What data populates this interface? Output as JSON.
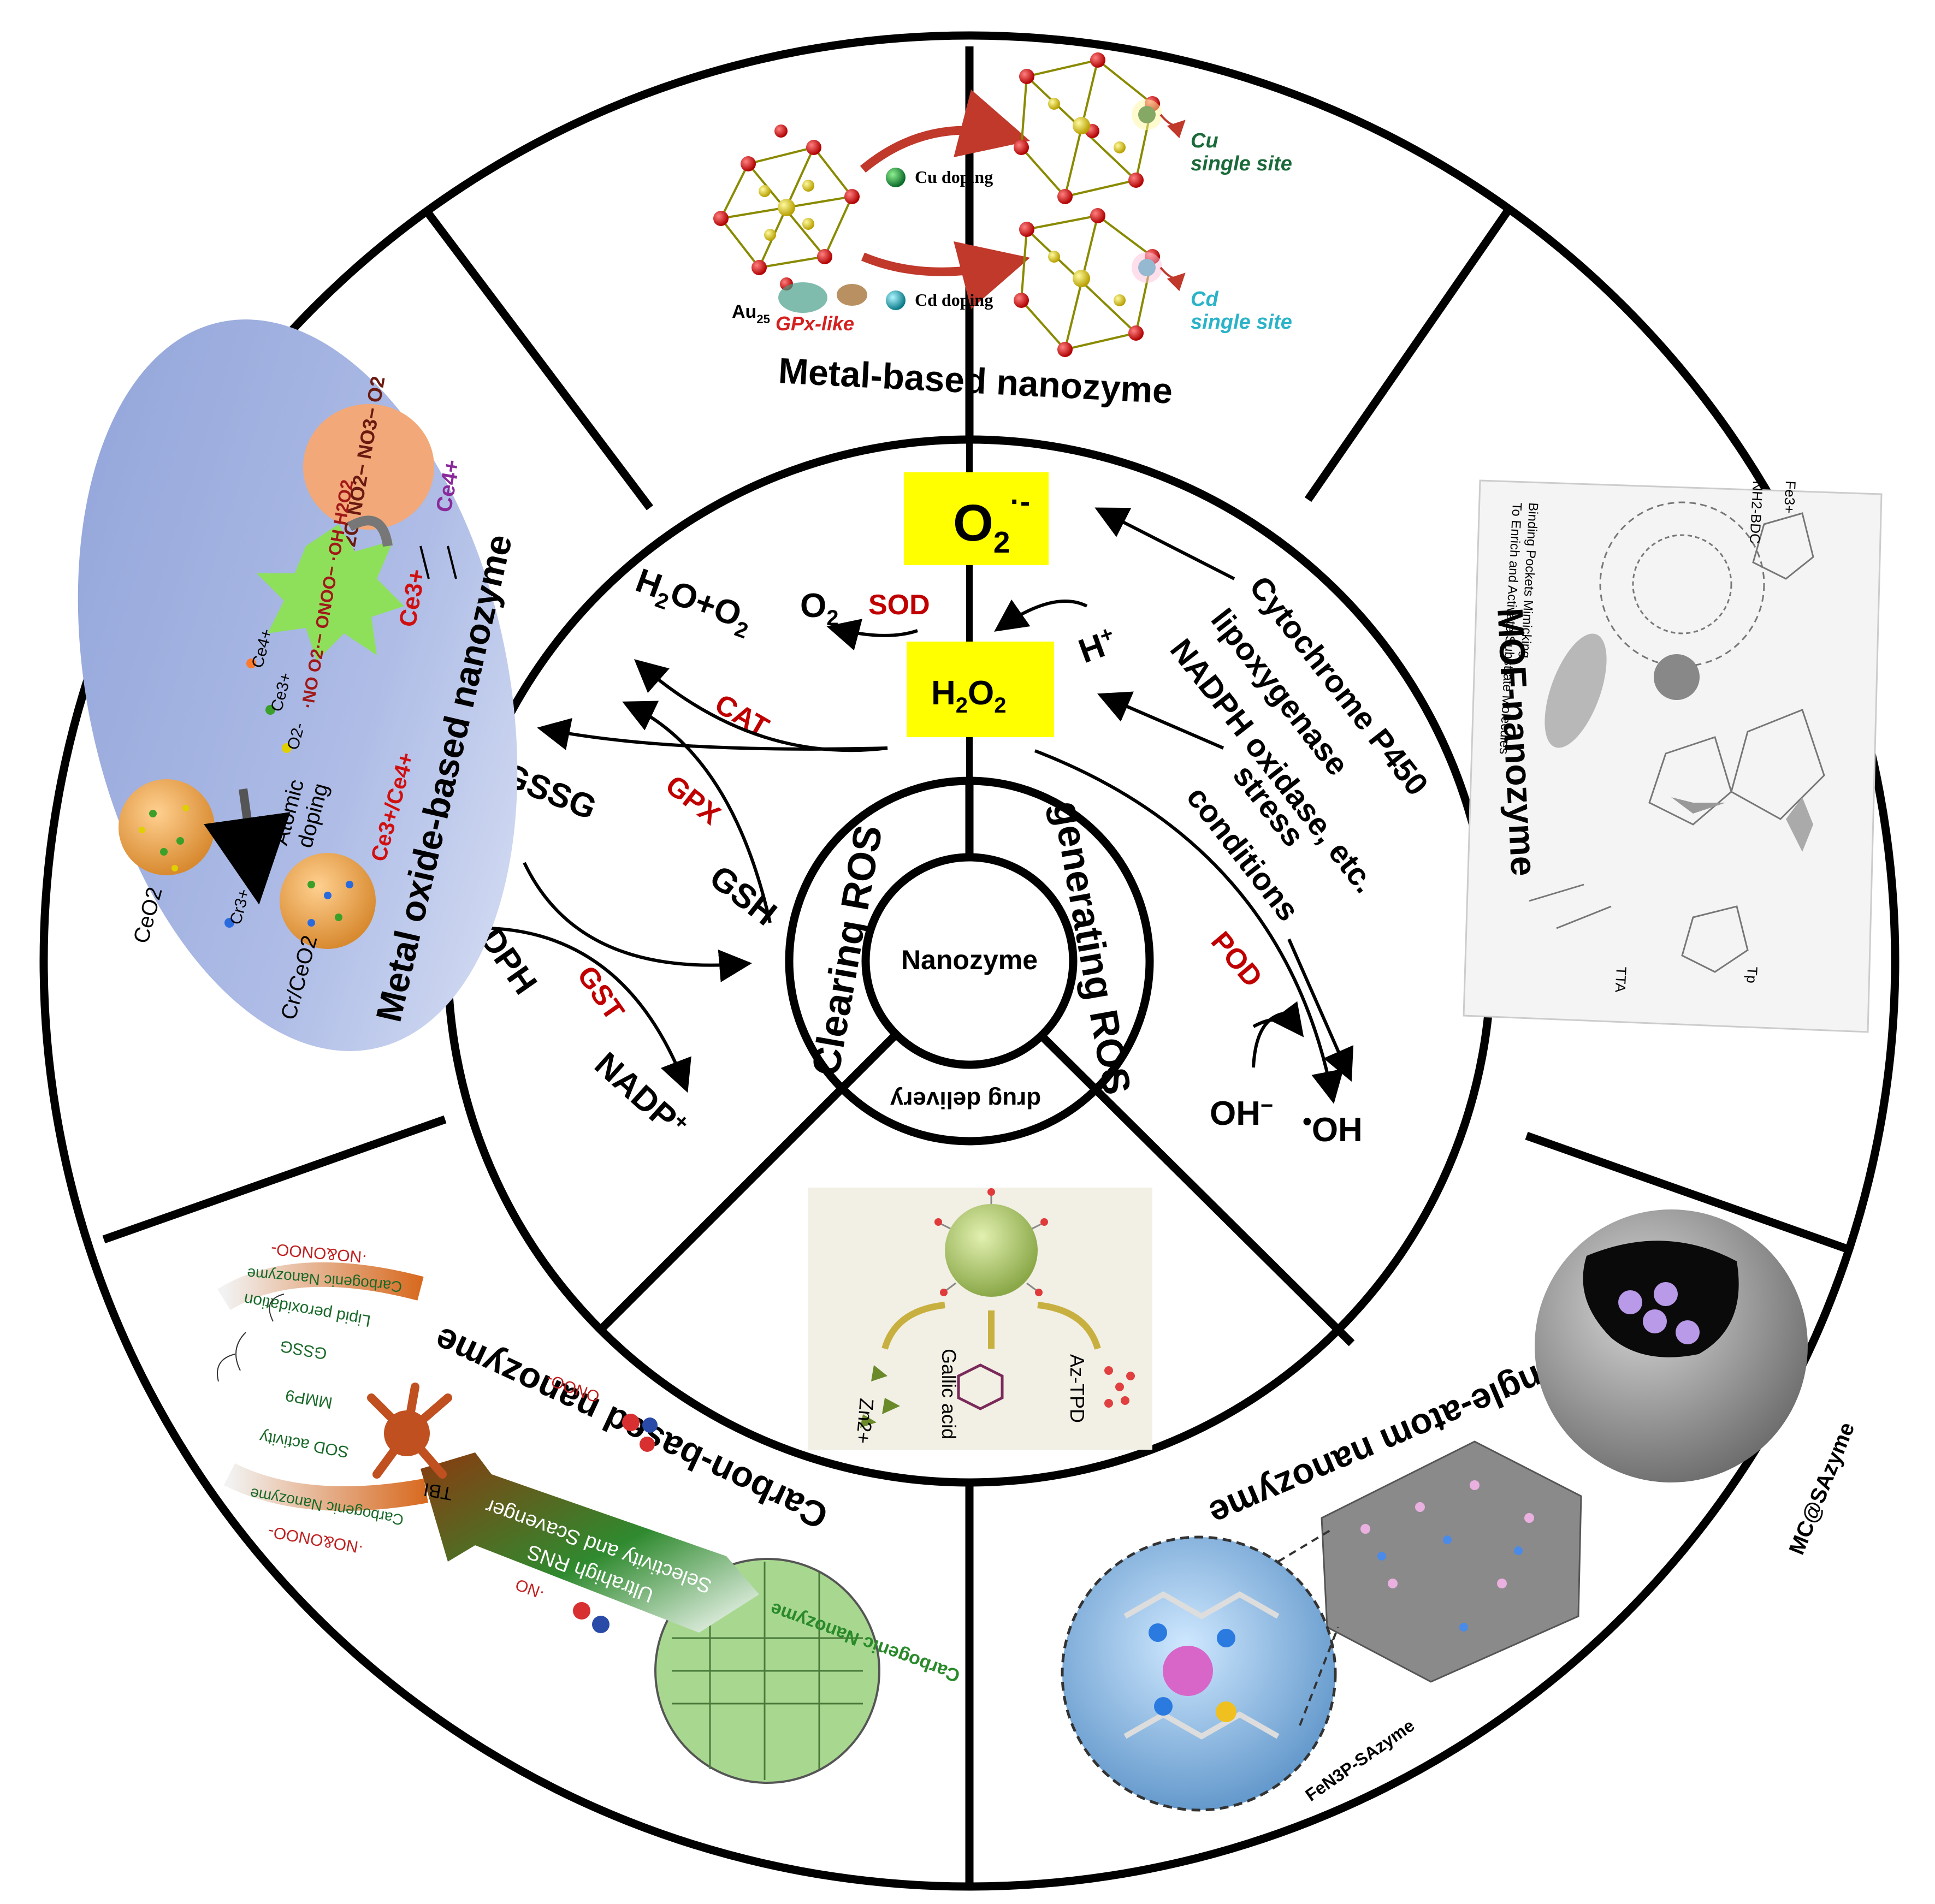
{
  "center": {
    "nanozyme": "Nanozyme",
    "clearing": "Clearing ROS",
    "generating": "generating ROS",
    "drug": "drug delivery"
  },
  "reactions": {
    "o2_radical": "O",
    "o2_radical_sub": "2",
    "o2_radical_sup": "·-",
    "h2o2": "H",
    "h2o2_sub1": "2",
    "h2o2_mid": "O",
    "h2o2_sub2": "2",
    "o2": "O",
    "o2_sub": "2",
    "sod": "SOD",
    "h2o_o2": "H",
    "h2o_o2_sub1": "2",
    "h2o_o2_mid": "O+O",
    "h2o_o2_sub2": "2",
    "cat": "CAT",
    "gssg": "GSSG",
    "gpx": "GPX",
    "gsh": "GSH",
    "nadph": "NADPH",
    "gst": "GST",
    "nadp": "NADP",
    "nadp_sup": "+",
    "hplus": "H",
    "hplus_sup": "+",
    "sources1": "Cytochrome P450",
    "sources2": "lipoxygenase",
    "sources3": "NADPH oxidase, etc.",
    "stress1": "stress",
    "stress2": "conditions",
    "pod": "POD",
    "oh_minus": "OH",
    "oh_minus_sup": "−",
    "oh_radical_dot": "•",
    "oh_radical": "OH"
  },
  "sectors": {
    "metal": "Metal-based nanozyme",
    "mof": "MOF-nanozyme",
    "single_atom": "Single-atom nanozyme",
    "carbon": "Carbon-based nanozyme",
    "metal_oxide": "Metal oxide-based nanozyme"
  },
  "metal_panel": {
    "au": "Au",
    "au_sub": "25",
    "gpx_like": "GPx-like",
    "cu_doping": "Cu doping",
    "cd_doping": "Cd doping",
    "cu_site": "Cu",
    "cu_site2": "single site",
    "cd_site": "Cd",
    "cd_site2": "single site"
  },
  "oxide_panel": {
    "products": "H2O  NO2−  NO3−  O2",
    "ros": "·NO  O2·−  ONOO−  ·OH  H2O2",
    "ce3": "Ce3+",
    "ce4": "Ce4+",
    "legend_ce4": "Ce4+",
    "legend_ce3": "Ce3+",
    "legend_o2": "O2-",
    "cr3": "Cr3+",
    "atomic": "Atomic",
    "doping": "doping",
    "ceo2": "CeO2",
    "crceo2": "Cr/CeO2",
    "ratio": "Ce3+/Ce4+"
  },
  "mof_panel": {
    "binding1": "Binding Pockets Mimicking",
    "binding2": "To Enrich and Activate Substrate Molecules",
    "nh2bdc": "NH2-BDC",
    "fe": "Fe3+",
    "tta": "TTA",
    "tp": "Tp"
  },
  "drug_panel": {
    "zn": "Zn2+",
    "gallic": "Gallic acid",
    "aztpd": "Az-TPD"
  },
  "single_panel": {
    "mc": "MC@SAzyme",
    "fen3p": "FeN3P-SAzyme"
  },
  "carbon_panel": {
    "carbogenic": "Carbogenic Nanozyme",
    "ultrahigh": "Ultrahigh RNS",
    "selectivity": "Selectivity and Scavenger",
    "onoo": "ONOO-",
    "no": "·NO",
    "tbi": "TBI",
    "sod_act": "SOD activity",
    "mmp9": "MMP9",
    "gssg": "GSSG",
    "lipid": "Lipid peroxidation",
    "carb2": "Carbogenic Nanozyme",
    "carb3": "Carbogenic Nanozyme",
    "no_onoo": "·NO&ONOO-",
    "no_onoo2": "·NO&ONOO-"
  },
  "colors": {
    "yellow_box": "#ffff00",
    "enzyme_red": "#c00000",
    "oxide_bg": "#8fa6d8",
    "green": "#2a7a2a",
    "cd_blue": "#2bb3c9"
  }
}
